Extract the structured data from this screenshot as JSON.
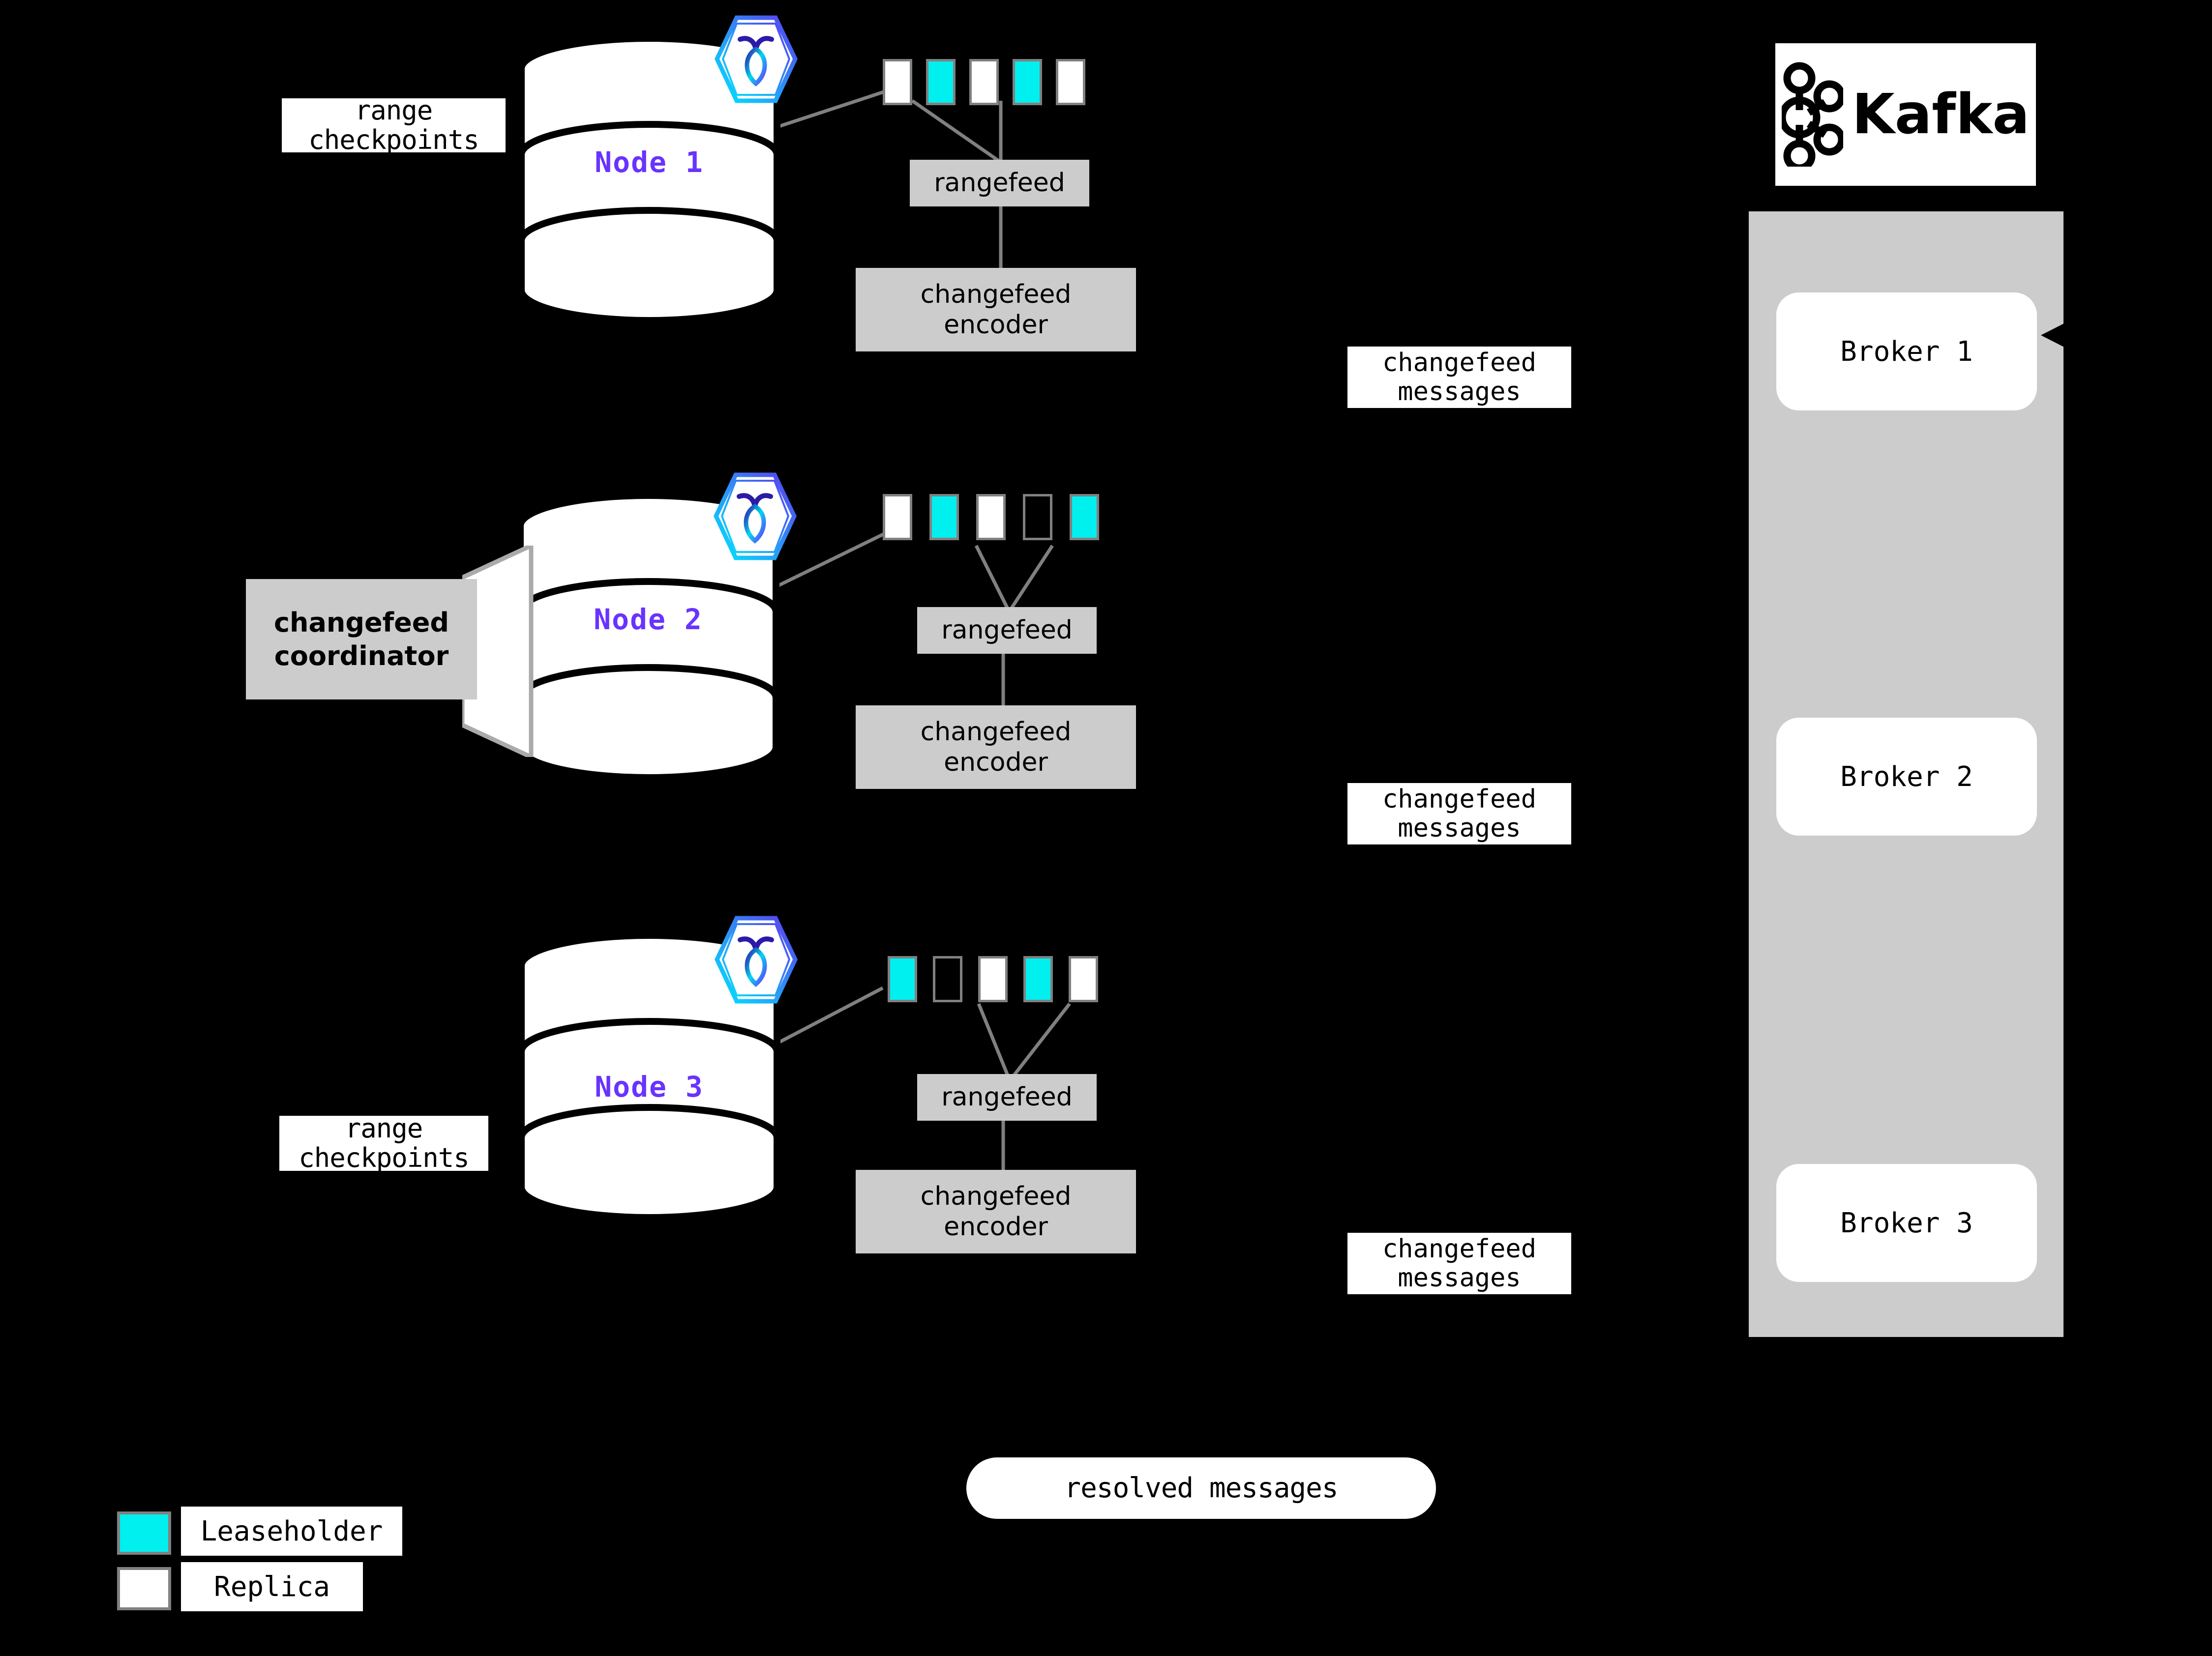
{
  "diagram": {
    "title": "CockroachDB changefeed to Kafka architecture",
    "background_color": "#000000",
    "accent_leaseholder": "#00EFEF",
    "accent_node_label": "#6933FF",
    "gray_box": "#CCCCCC",
    "border_gray": "#808080"
  },
  "nodes": [
    {
      "id": "node1",
      "label": "Node 1",
      "logo_icon": "cockroachdb-hexagon-icon",
      "side_label": "range\ncheckpoints",
      "replicas": [
        {
          "kind": "replica"
        },
        {
          "kind": "leaseholder"
        },
        {
          "kind": "replica"
        },
        {
          "kind": "leaseholder"
        },
        {
          "kind": "replica"
        }
      ],
      "rangefeed_label": "rangefeed",
      "encoder_label": "changefeed\nencoder"
    },
    {
      "id": "node2",
      "label": "Node 2",
      "logo_icon": "cockroachdb-hexagon-icon",
      "coordinator_label": "changefeed\ncoordinator",
      "replicas": [
        {
          "kind": "replica"
        },
        {
          "kind": "leaseholder"
        },
        {
          "kind": "replica"
        },
        {
          "kind": "empty"
        },
        {
          "kind": "leaseholder"
        }
      ],
      "rangefeed_label": "rangefeed",
      "encoder_label": "changefeed\nencoder"
    },
    {
      "id": "node3",
      "label": "Node 3",
      "logo_icon": "cockroachdb-hexagon-icon",
      "side_label": "range\ncheckpoints",
      "replicas": [
        {
          "kind": "leaseholder"
        },
        {
          "kind": "empty"
        },
        {
          "kind": "replica"
        },
        {
          "kind": "leaseholder"
        },
        {
          "kind": "replica"
        }
      ],
      "rangefeed_label": "rangefeed",
      "encoder_label": "changefeed\nencoder"
    }
  ],
  "message_labels": [
    {
      "text": "changefeed\nmessages"
    },
    {
      "text": "changefeed\nmessages"
    },
    {
      "text": "changefeed\nmessages"
    }
  ],
  "resolved": {
    "label": "resolved messages"
  },
  "kafka": {
    "wordmark": "Kafka",
    "logo_icon": "kafka-graph-icon",
    "brokers": [
      {
        "label": "Broker 1"
      },
      {
        "label": "Broker 2"
      },
      {
        "label": "Broker 3"
      }
    ]
  },
  "legend": {
    "items": [
      {
        "label": "Leaseholder",
        "swatch": "leaseholder",
        "color": "#00EFEF"
      },
      {
        "label": "Replica",
        "swatch": "replica",
        "color": "#FFFFFF"
      }
    ]
  }
}
